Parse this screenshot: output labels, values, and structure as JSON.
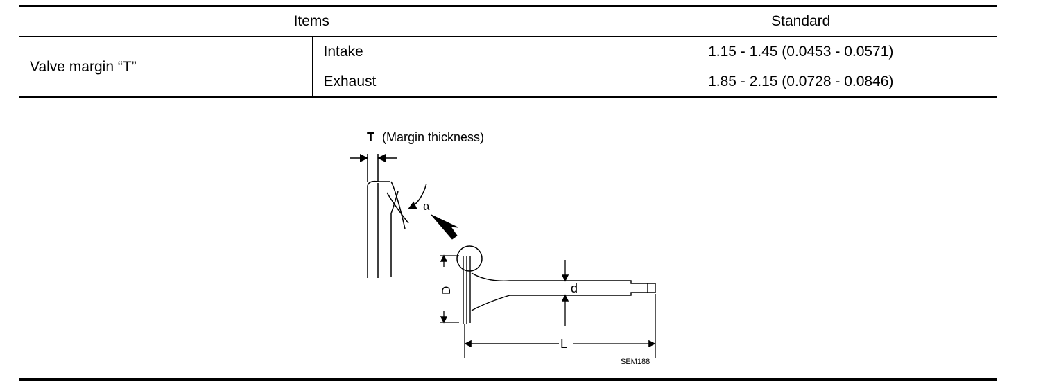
{
  "table": {
    "header": {
      "items": "Items",
      "standard": "Standard"
    },
    "row_group_label": "Valve margin “T”",
    "rows": [
      {
        "item": "Intake",
        "standard": "1.15 - 1.45 (0.0453 - 0.0571)"
      },
      {
        "item": "Exhaust",
        "standard": "1.85 - 2.15 (0.0728 - 0.0846)"
      }
    ]
  },
  "figure": {
    "t_label": "T",
    "t_caption": "(Margin thickness)",
    "alpha_label": "α",
    "d_upper_label": "D",
    "d_lower_label": "d",
    "l_label": "L",
    "code": "SEM188"
  }
}
